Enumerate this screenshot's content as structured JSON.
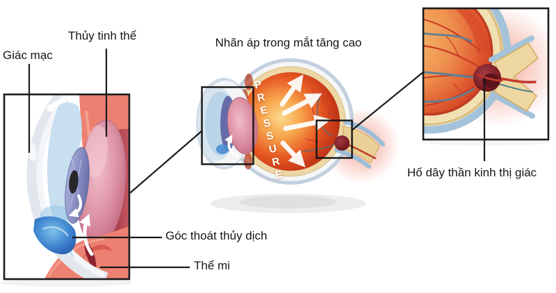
{
  "title": "Nhãn áp trong mắt tăng cao",
  "center_eye": {
    "pressure_text": "PRESSURE"
  },
  "left_panel": {
    "labels": {
      "cornea": "Giác mạc",
      "lens": "Thủy tinh thể",
      "drainage_angle": "Góc thoát thủy dịch",
      "ciliary_body": "Thể mi"
    }
  },
  "right_panel": {
    "labels": {
      "optic_nerve_cup": "Hố dây thần kinh thị giác"
    }
  },
  "colors": {
    "background": "#ffffff",
    "leader_line": "#1a1a1a",
    "sclera_sheath_blue": "#c2cfdf",
    "cream_ring": "#ecd7a5",
    "vitreous_red": "#d03a1a",
    "vitreous_glow_orange": "#f8a84e",
    "lens_pink": "#dd93a6",
    "iris_purple": "#6b70ab",
    "aqueous_blue": "#3f86cf",
    "ciliary_salmon": "#ed8171",
    "maroon_edge": "#8f2433",
    "optic_nerve_tan": "#eed7a0",
    "nerve_sheath_blue": "#a4c2da",
    "optic_cup_dark": "#7c1f27",
    "retina_orange": "#ef9350",
    "vessel_red": "#c93a24",
    "vessel_teal": "#5e8096",
    "pressure_text": "#ffffff"
  }
}
